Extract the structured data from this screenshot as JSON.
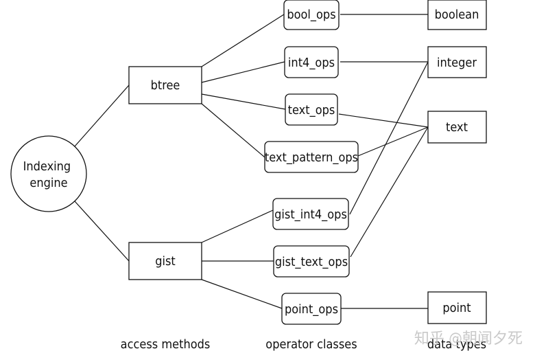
{
  "nodes": {
    "engine": "Indexing\nengine",
    "btree": "btree",
    "gist": "gist",
    "bool_ops": "bool_ops",
    "int4_ops": "int4_ops",
    "text_ops": "text_ops",
    "text_pattern_ops": "text_pattern_ops",
    "gist_int4_ops": "gist_int4_ops",
    "gist_text_ops": "gist_text_ops",
    "point_ops": "point_ops",
    "boolean": "boolean",
    "integer": "integer",
    "text": "text",
    "point": "point"
  },
  "captions": {
    "access_methods": "access methods",
    "operator_classes": "operator classes",
    "data_types": "data types"
  },
  "watermark": "知乎 @朝闻夕死",
  "edges": [
    [
      "engine",
      "btree"
    ],
    [
      "engine",
      "gist"
    ],
    [
      "btree",
      "bool_ops"
    ],
    [
      "btree",
      "int4_ops"
    ],
    [
      "btree",
      "text_ops"
    ],
    [
      "btree",
      "text_pattern_ops"
    ],
    [
      "gist",
      "gist_int4_ops"
    ],
    [
      "gist",
      "gist_text_ops"
    ],
    [
      "gist",
      "point_ops"
    ],
    [
      "bool_ops",
      "boolean"
    ],
    [
      "int4_ops",
      "integer"
    ],
    [
      "gist_int4_ops",
      "integer"
    ],
    [
      "text_ops",
      "text"
    ],
    [
      "text_pattern_ops",
      "text"
    ],
    [
      "gist_text_ops",
      "text"
    ],
    [
      "point_ops",
      "point"
    ]
  ]
}
